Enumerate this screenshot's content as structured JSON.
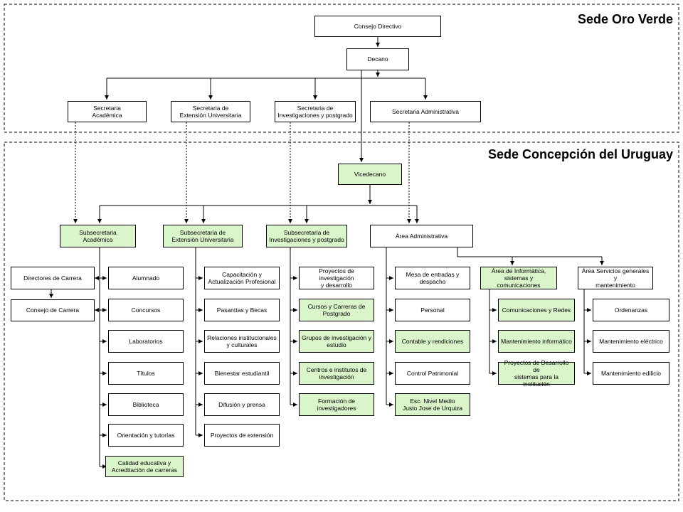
{
  "regions": {
    "top": {
      "title": "Sede Oro Verde"
    },
    "bottom": {
      "title": "Sede Concepción del Uruguay"
    }
  },
  "colors": {
    "highlight": "#d9f5c9",
    "line": "#000000",
    "background": "#ffffff"
  },
  "nodes": {
    "consejo": "Consejo Directivo",
    "decano": "Decano",
    "sec_acad": "Secretaria\nAcadémica",
    "sec_ext": "Secretaria de\nExtensión Universitaria",
    "sec_inv": "Secretaria de\nInvestigaciones y postgrado",
    "sec_adm": "Secretaria Administrativa",
    "vicedecano": "Vicedecano",
    "sub_acad": "Subsecretaria\nAcadémica",
    "sub_ext": "Subsecretaria de\nExtensión Universitaria",
    "sub_inv": "Subsecretaria de\nInvestigaciones y postgrado",
    "area_adm": "Área Administrativa",
    "directores": "Directores de Carrera",
    "consejo_carrera": "Consejo de Carrera",
    "informatica": "Área de Informática,\nsistemas y comunicaciones",
    "servicios": "Área Servicios generales y\nmantenimiento"
  },
  "columns": {
    "academica": [
      "Alumnado",
      "Concursos",
      "Laboratorios",
      "Títulos",
      "Biblioteca",
      "Orientación y tutorías",
      "Calidad educativa y\nAcreditación de carreras"
    ],
    "extension": [
      "Capacitación y\nActualización Profesional",
      "Pasantías y Becas",
      "Relaciones institucionales\ny culturales",
      "Bienestar estudiantil",
      "Difusión y prensa",
      "Proyectos de extensión"
    ],
    "investigacion": [
      "Proyectos de investigación\ny desarrollo",
      "Cursos y Carreras de\nPostgrado",
      "Grupos de investigación y\nestudio",
      "Centros e institutos de\ninvestigación",
      "Formación de\ninvestigadores"
    ],
    "administrativa": [
      "Mesa de entradas y\ndespacho",
      "Personal",
      "Contable y rendiciones",
      "Control Patrimonial",
      "Esc. Nivel Medio\nJusto Jose de Urquiza"
    ],
    "informatica": [
      "Comunicaciones y Redes",
      "Mantenimiento informático",
      "Proyectos de Desarrollo de\nsistemas para la institución"
    ],
    "servicios": [
      "Ordenanzas",
      "Mantenimiento eléctrico",
      "Mantenimiento edilicio"
    ]
  }
}
